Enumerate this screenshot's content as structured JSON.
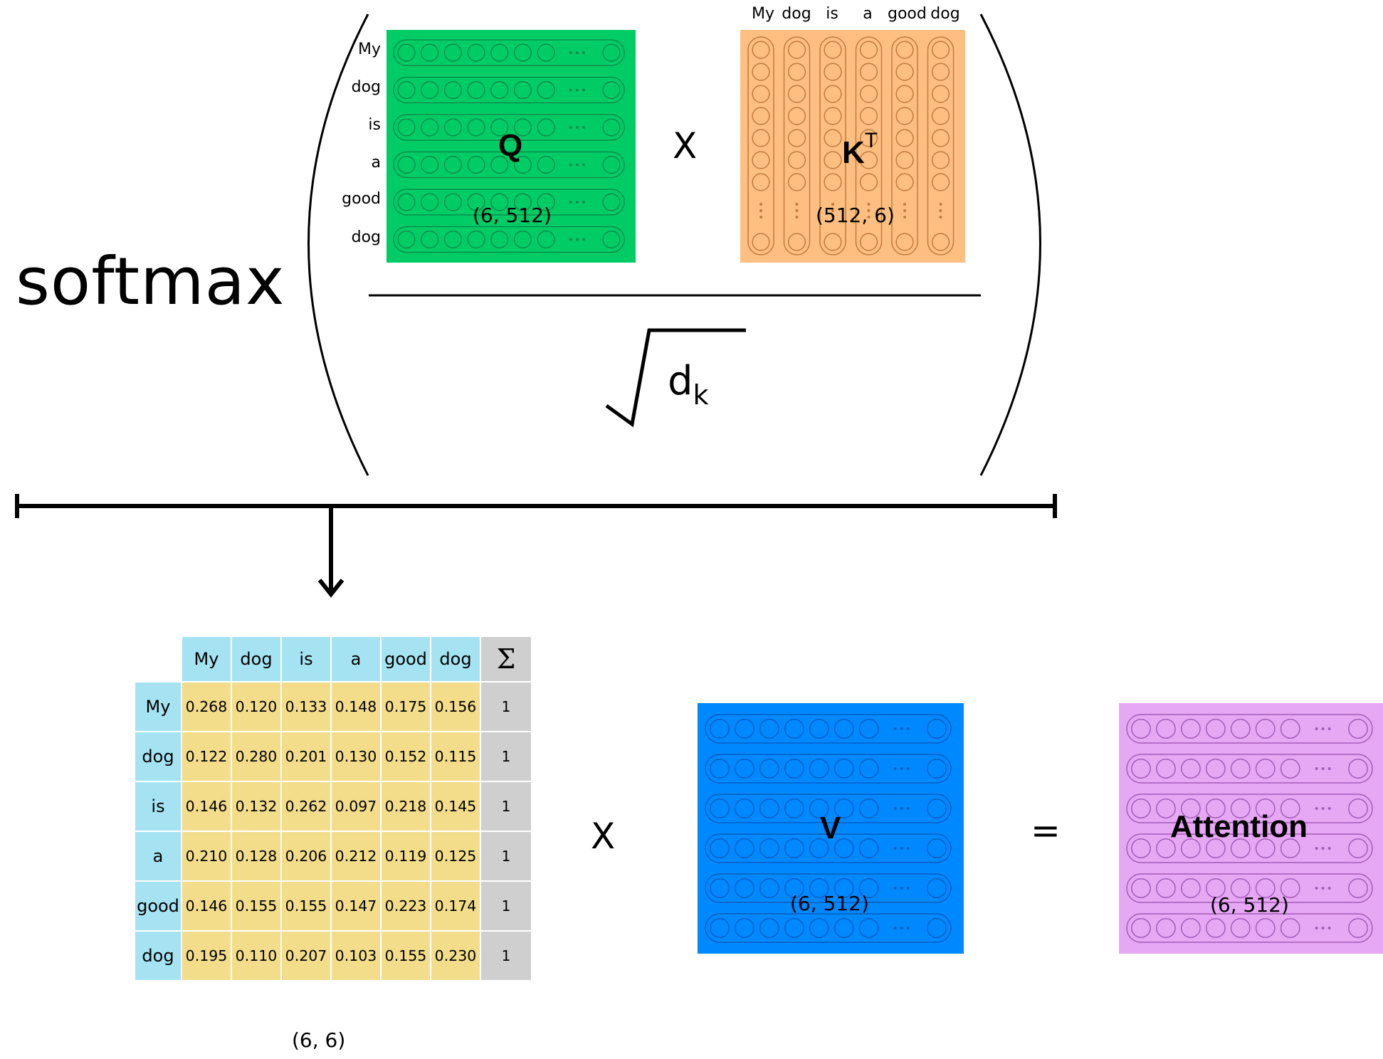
{
  "softmax_label": "softmax",
  "q_matrix": {
    "label": "Q",
    "dims": "(6, 512)",
    "rows": [
      "My",
      "dog",
      "is",
      "a",
      "good",
      "dog"
    ],
    "color": "#00cc66"
  },
  "k_matrix": {
    "label": "K",
    "superscript": "T",
    "dims": "(512, 6)",
    "cols": [
      "My",
      "dog",
      "is",
      "a",
      "good",
      "dog"
    ],
    "color": "#ffbf80"
  },
  "multiply_symbol": "X",
  "scale": {
    "symbol": "d",
    "subscript": "k"
  },
  "scores_table": {
    "col_headers": [
      "My",
      "dog",
      "is",
      "a",
      "good",
      "dog"
    ],
    "sum_header": "Σ",
    "row_headers": [
      "My",
      "dog",
      "is",
      "a",
      "good",
      "dog"
    ],
    "rows": [
      [
        "0.268",
        "0.120",
        "0.133",
        "0.148",
        "0.175",
        "0.156"
      ],
      [
        "0.122",
        "0.280",
        "0.201",
        "0.130",
        "0.152",
        "0.115"
      ],
      [
        "0.146",
        "0.132",
        "0.262",
        "0.097",
        "0.218",
        "0.145"
      ],
      [
        "0.210",
        "0.128",
        "0.206",
        "0.212",
        "0.119",
        "0.125"
      ],
      [
        "0.146",
        "0.155",
        "0.155",
        "0.147",
        "0.223",
        "0.174"
      ],
      [
        "0.195",
        "0.110",
        "0.207",
        "0.103",
        "0.155",
        "0.230"
      ]
    ],
    "sums": [
      "1",
      "1",
      "1",
      "1",
      "1",
      "1"
    ],
    "dims": "(6, 6)",
    "colors": {
      "header": "#a5e3f3",
      "cell": "#f3dd8b",
      "sum": "#cfcfcf"
    }
  },
  "v_matrix": {
    "label": "V",
    "dims": "(6, 512)",
    "color": "#0088ff"
  },
  "equals_symbol": "=",
  "attention_matrix": {
    "label": "Attention",
    "dims": "(6, 512)",
    "color": "#e6a8f5"
  }
}
